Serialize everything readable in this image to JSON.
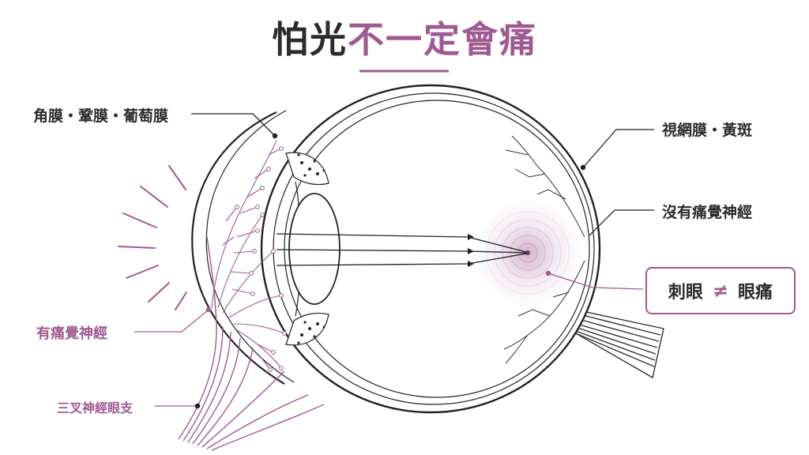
{
  "title": {
    "part1": "怕光",
    "part2": "不一定會痛"
  },
  "labels": {
    "cornea_sclera": "角膜・鞏膜・葡萄膜",
    "retina_macula": "視網膜・黃斑",
    "no_pain_nerve": "沒有痛覺神經",
    "has_pain_nerve": "有痛覺神經",
    "trigeminal": "三叉神經眼支"
  },
  "callout": {
    "left": "刺眼",
    "symbol": "≠",
    "right": "眼痛"
  },
  "colors": {
    "accent": "#a05a92",
    "ink": "#2b2b2b",
    "line": "#222222"
  }
}
